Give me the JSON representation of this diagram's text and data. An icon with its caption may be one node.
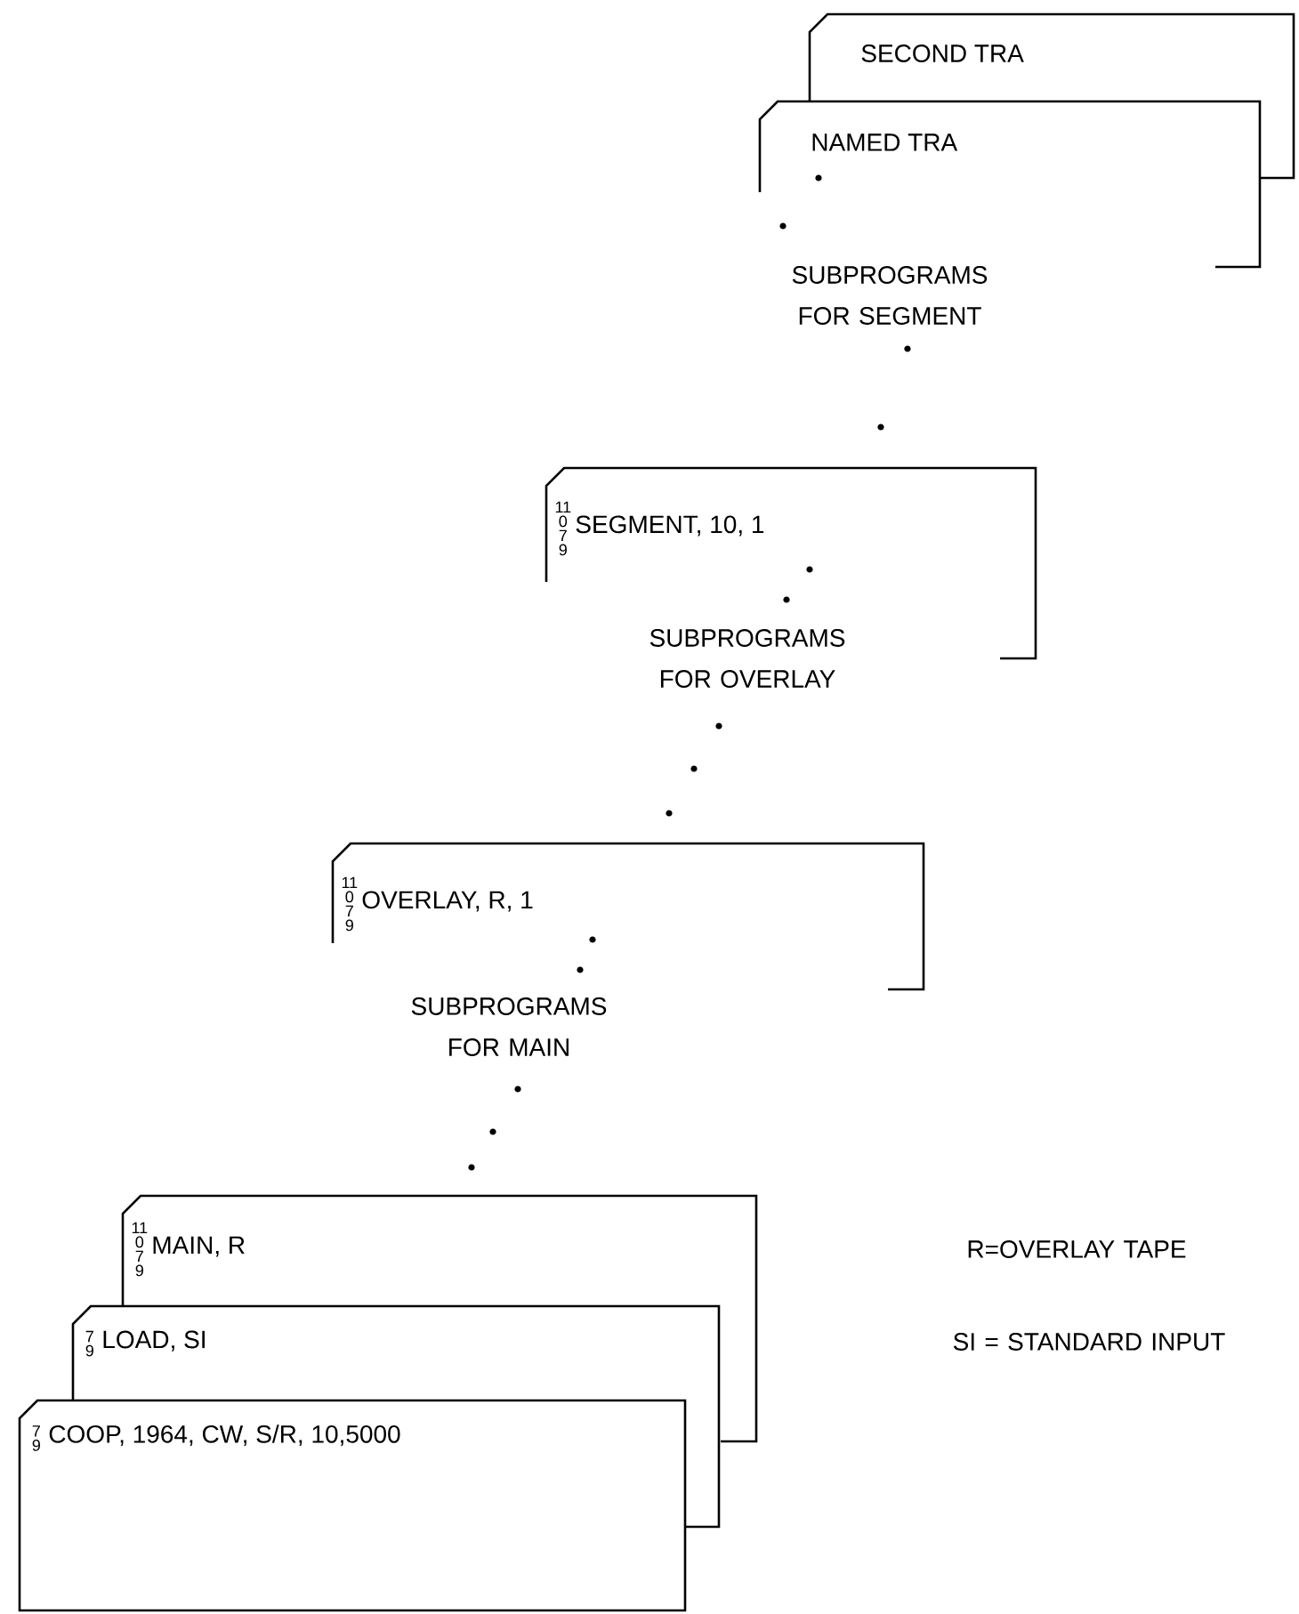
{
  "diagram": {
    "nodes": [
      {
        "text": [
          "SECOND TRA"
        ]
      },
      {
        "text": [
          "NAMED TRA"
        ]
      },
      {
        "text": [
          "11 0 7 9",
          "SEGMENT, 10, 1"
        ]
      },
      {
        "text": [
          "11 0 7 9",
          "OVERLAY, R, 1"
        ]
      },
      {
        "text": [
          "11 0 7 9",
          "MAIN, R"
        ]
      },
      {
        "text": [
          "7 9",
          "LOAD, SI"
        ]
      },
      {
        "text": [
          "7 9",
          "COOP, 1964, CW, S/R, 10,5000"
        ]
      }
    ],
    "labels": [
      "SUBPROGRAMS FOR SEGMENT",
      "SUBPROGRAMS FOR OVERLAY",
      "SUBPROGRAMS FOR MAIN",
      "R=OVERLAY TAPE",
      "SI = STANDARD INPUT"
    ]
  }
}
